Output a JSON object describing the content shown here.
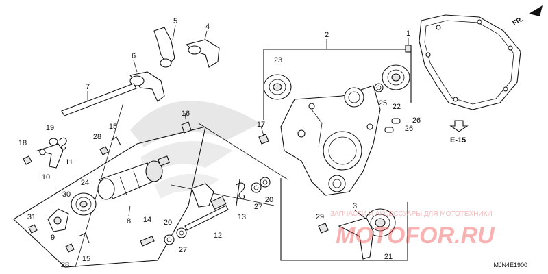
{
  "callouts": {
    "c1": "1",
    "c2": "2",
    "c3": "3",
    "c4": "4",
    "c5": "5",
    "c6": "6",
    "c7": "7",
    "c8": "8",
    "c9": "9",
    "c10": "10",
    "c11": "11",
    "c12": "12",
    "c13": "13",
    "c14": "14",
    "c15a": "15",
    "c15b": "15",
    "c16": "16",
    "c17": "17",
    "c18": "18",
    "c19": "19",
    "c20a": "20",
    "c20b": "20",
    "c21": "21",
    "c22": "22",
    "c23": "23",
    "c24": "24",
    "c25": "25",
    "c26a": "26",
    "c26b": "26",
    "c27a": "27",
    "c27b": "27",
    "c28a": "28",
    "c28b": "28",
    "c29": "29",
    "c30": "30",
    "c31": "31"
  },
  "labels": {
    "front_arrow": "FR.",
    "reference": "E-15",
    "diagram_code": "MJN4E1900"
  },
  "watermark": {
    "tagline": "ЗАПЧАСТИ И АКСЕССУАРЫ ДЛЯ МОТОТЕХНИКИ",
    "brand": "MOTOFOR.RU"
  }
}
